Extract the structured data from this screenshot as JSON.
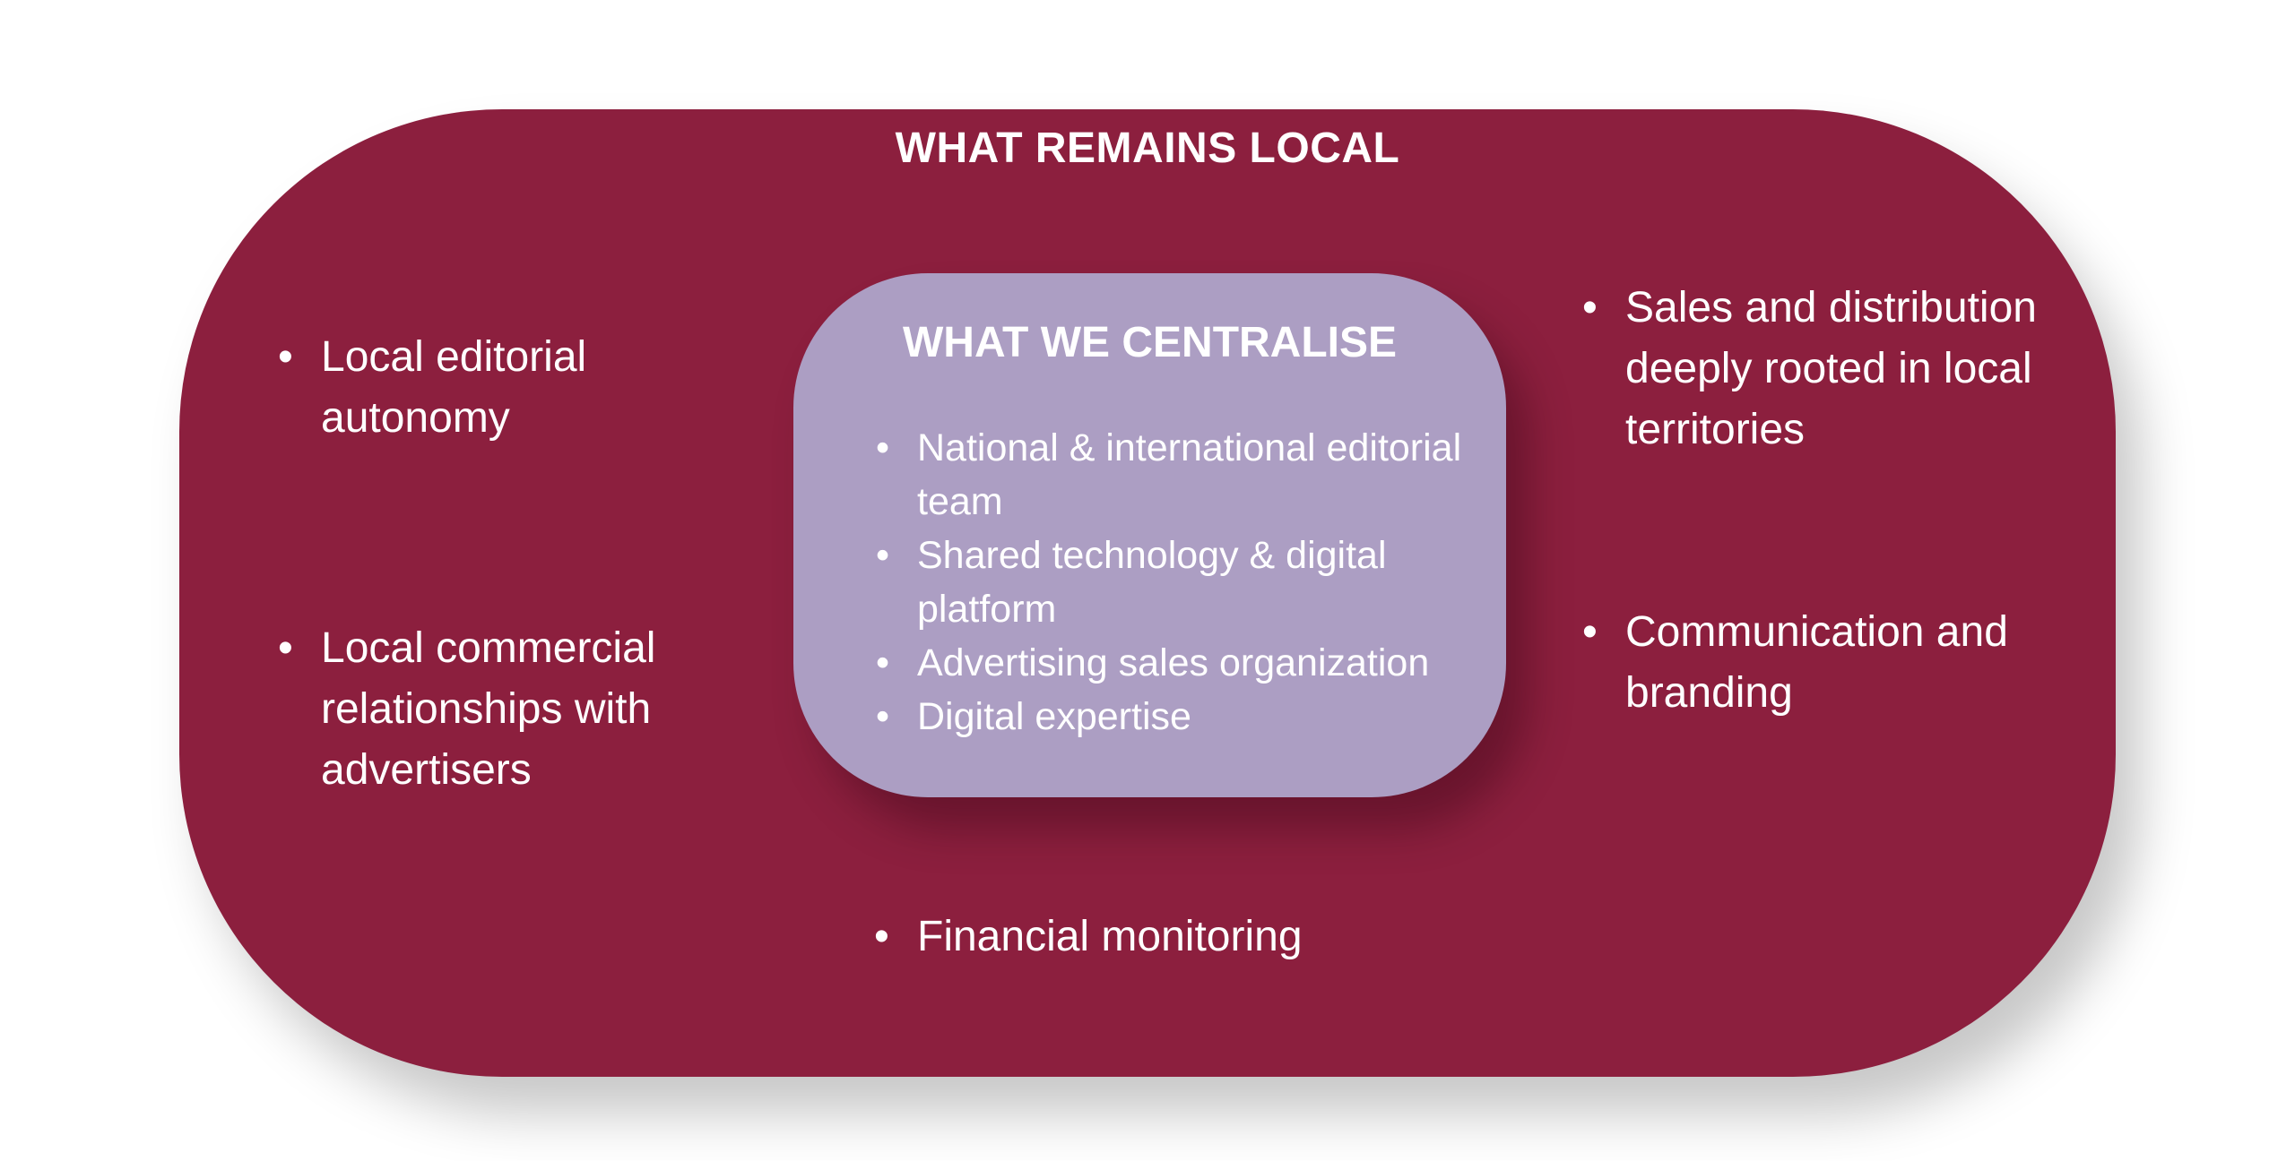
{
  "outer": {
    "title": "WHAT REMAINS LOCAL",
    "left_items": [
      "Local editorial autonomy",
      "Local commercial relationships with advertisers"
    ],
    "right_items": [
      "Sales and distribution deeply rooted in local territories",
      "Communication and branding"
    ],
    "bottom_item": "Financial monitoring"
  },
  "inner": {
    "title": "WHAT WE CENTRALISE",
    "items": [
      "National & international editorial team",
      "Shared technology & digital platform",
      "Advertising sales organization",
      "Digital expertise"
    ]
  },
  "colors": {
    "outer": "#8c1f3e",
    "inner": "#ac9ec3",
    "text": "#ffffff"
  }
}
